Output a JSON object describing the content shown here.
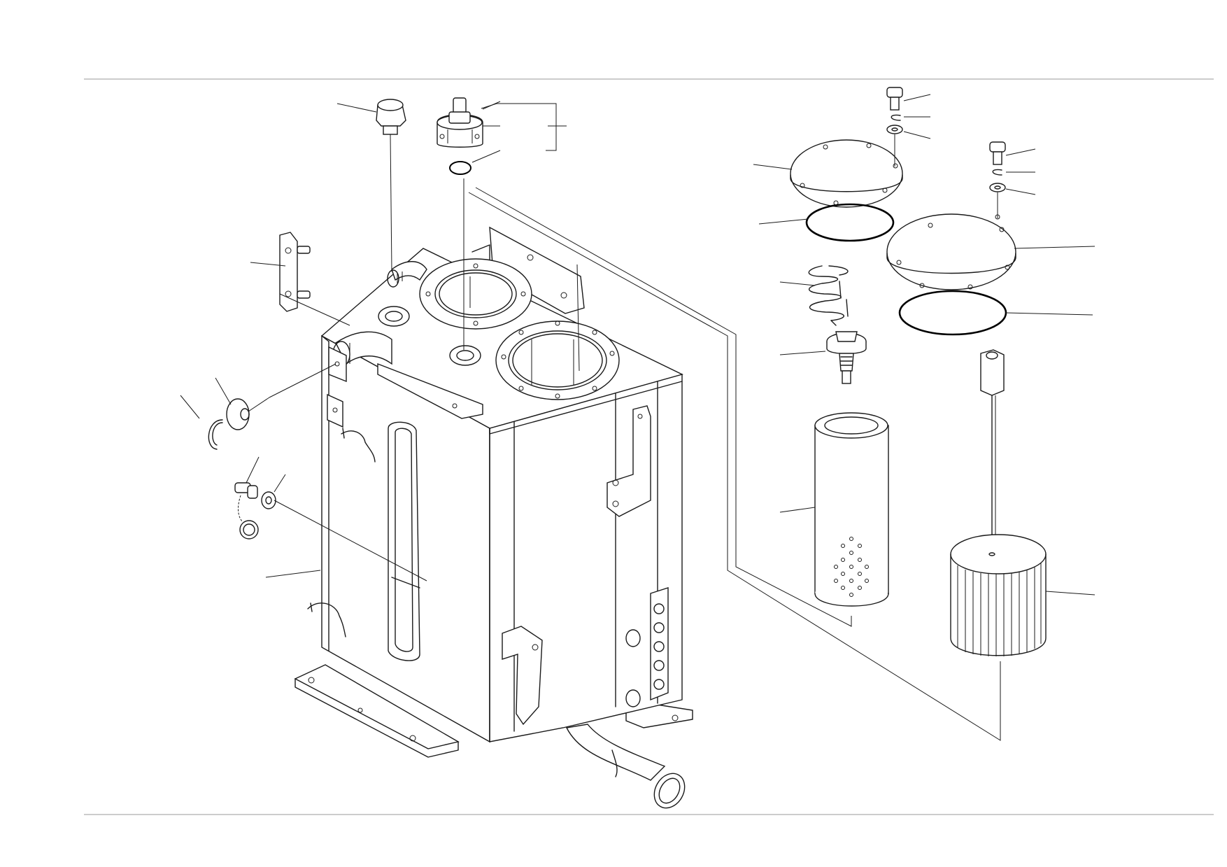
{
  "drawing": {
    "type": "exploded-parts-diagram",
    "subject": "hydraulic-tank-assembly",
    "line_color": "#1a1a1a",
    "background": "#ffffff",
    "frame_color": "#9a9a9a",
    "parts": [
      "tank-body",
      "breather-cap",
      "plug",
      "o-ring",
      "sight-gauge-bracket",
      "level-plug",
      "snap-ring",
      "drain-cock",
      "washer",
      "cover-plate-left",
      "cover-plate-right",
      "o-ring-left",
      "o-ring-right",
      "spring",
      "bypass-valve",
      "filter-element",
      "strainer",
      "bolts",
      "spring-washers",
      "flat-washers",
      "outlet-pipe"
    ]
  }
}
